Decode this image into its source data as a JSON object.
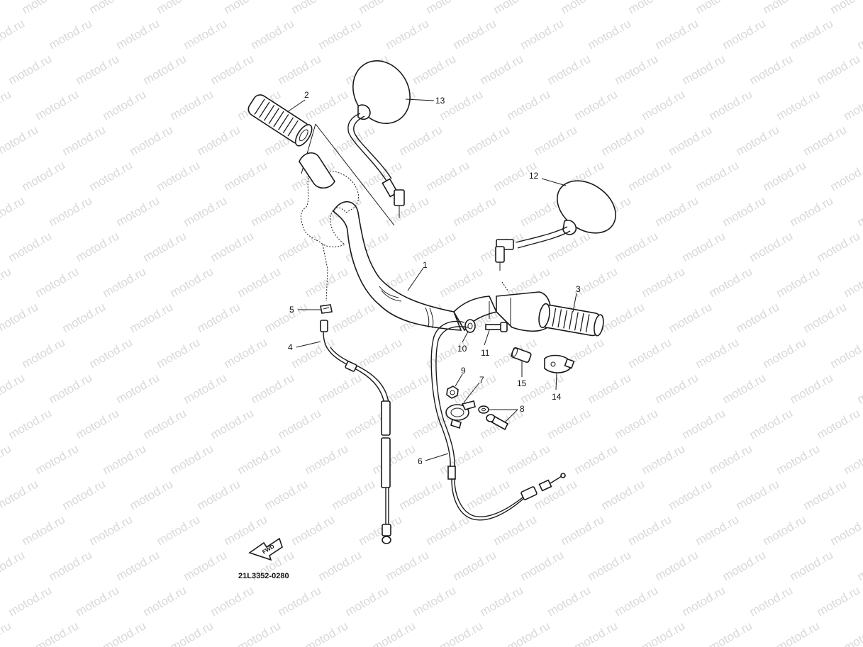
{
  "watermark": {
    "text": "motod.ru",
    "color": "#d9d9d9"
  },
  "diagram": {
    "reference_code": "21L3352-0280",
    "fwd_label": "FWD",
    "callouts": [
      {
        "id": "c1",
        "label": "1"
      },
      {
        "id": "c2",
        "label": "2"
      },
      {
        "id": "c3",
        "label": "3"
      },
      {
        "id": "c4",
        "label": "4"
      },
      {
        "id": "c5",
        "label": "5"
      },
      {
        "id": "c6",
        "label": "6"
      },
      {
        "id": "c7",
        "label": "7"
      },
      {
        "id": "c8",
        "label": "8"
      },
      {
        "id": "c9",
        "label": "9"
      },
      {
        "id": "c10",
        "label": "10"
      },
      {
        "id": "c11",
        "label": "11"
      },
      {
        "id": "c12",
        "label": "12"
      },
      {
        "id": "c13",
        "label": "13"
      },
      {
        "id": "c14",
        "label": "14"
      },
      {
        "id": "c15",
        "label": "15"
      }
    ]
  }
}
